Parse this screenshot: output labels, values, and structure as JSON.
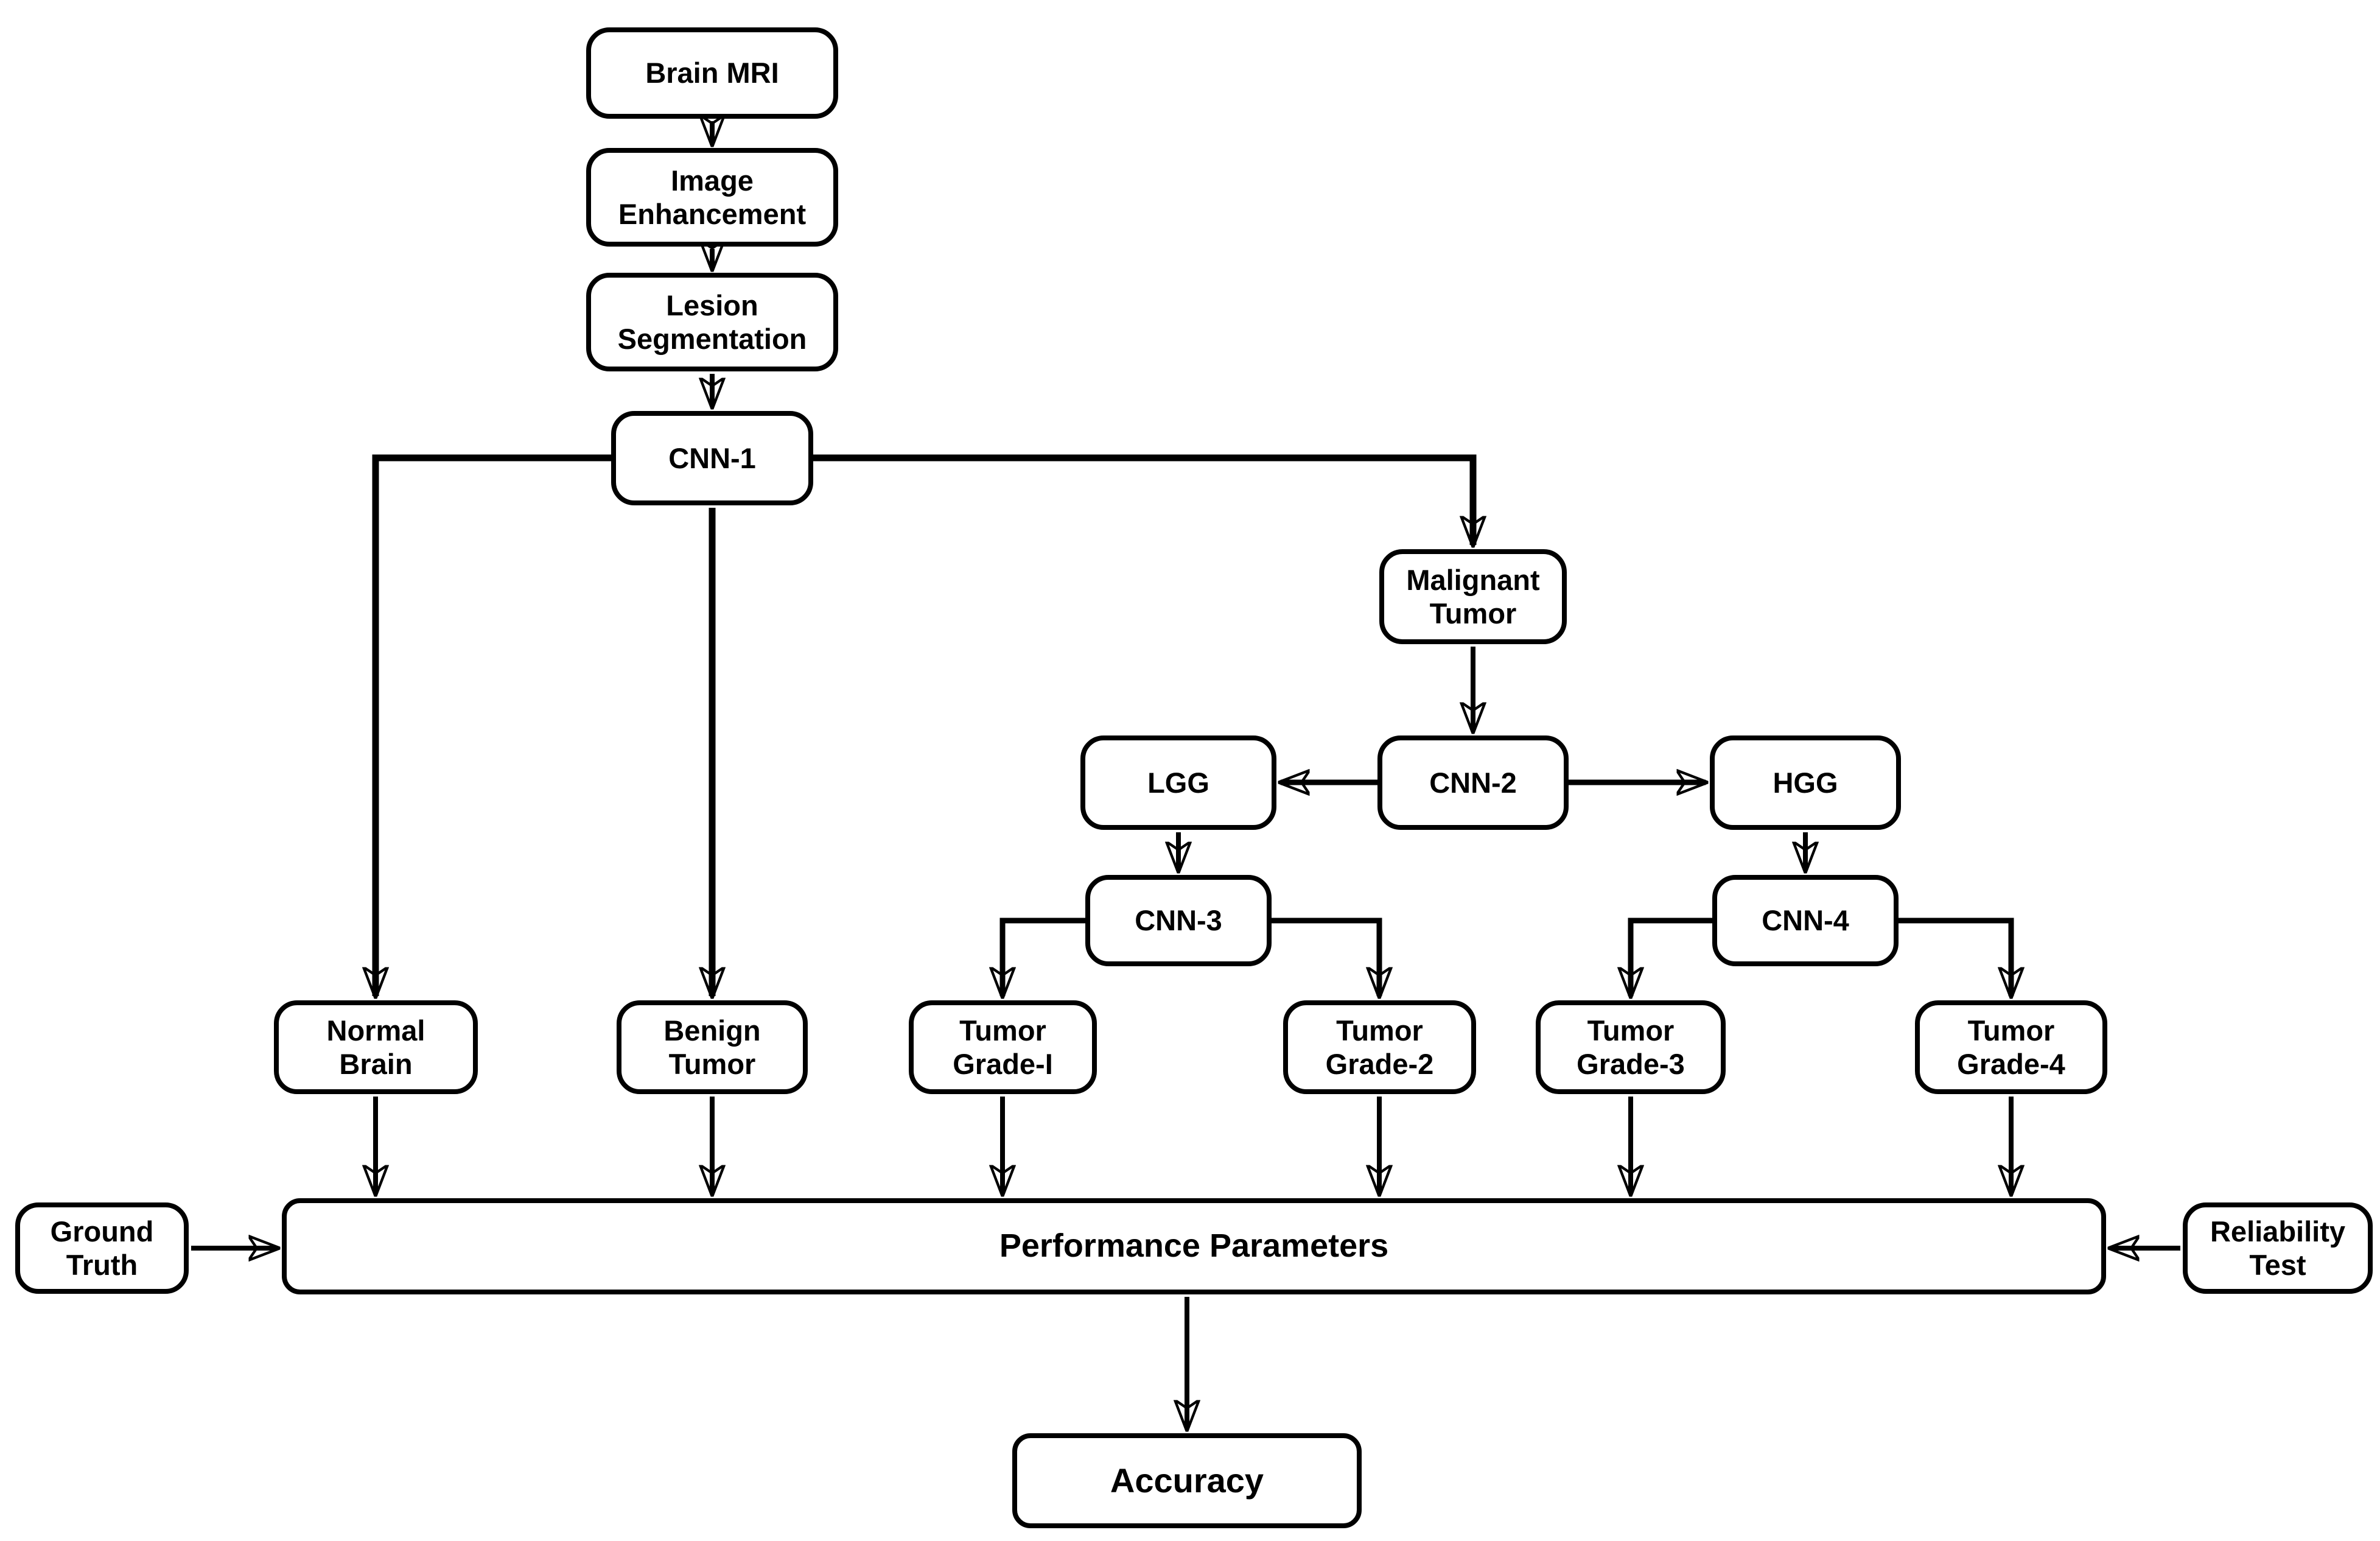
{
  "diagram_type": "flowchart",
  "colors": {
    "background": "#ffffff",
    "node_fill": "#ffffff",
    "line": "#000000",
    "text": "#000000"
  },
  "nodes": {
    "brain_mri": "Brain MRI",
    "image_enhancement": "Image Enhancement",
    "lesion_segmentation": "Lesion Segmentation",
    "cnn_1": "CNN-1",
    "malignant_tumor": "Malignant Tumor",
    "lgg": "LGG",
    "cnn_2": "CNN-2",
    "hgg": "HGG",
    "cnn_3": "CNN-3",
    "cnn_4": "CNN-4",
    "normal_brain": "Normal Brain",
    "benign_tumor": "Benign Tumor",
    "tumor_grade_1": "Tumor Grade-I",
    "tumor_grade_2": "Tumor Grade-2",
    "tumor_grade_3": "Tumor Grade-3",
    "tumor_grade_4": "Tumor Grade-4",
    "ground_truth": "Ground Truth",
    "performance_parameters": "Performance Parameters",
    "reliability_test": "Reliability Test",
    "accuracy": "Accuracy"
  },
  "edges": [
    {
      "from": "brain_mri",
      "to": "image_enhancement"
    },
    {
      "from": "image_enhancement",
      "to": "lesion_segmentation"
    },
    {
      "from": "lesion_segmentation",
      "to": "cnn_1"
    },
    {
      "from": "cnn_1",
      "to": "normal_brain"
    },
    {
      "from": "cnn_1",
      "to": "benign_tumor"
    },
    {
      "from": "cnn_1",
      "to": "malignant_tumor"
    },
    {
      "from": "malignant_tumor",
      "to": "cnn_2"
    },
    {
      "from": "cnn_2",
      "to": "lgg"
    },
    {
      "from": "cnn_2",
      "to": "hgg"
    },
    {
      "from": "lgg",
      "to": "cnn_3"
    },
    {
      "from": "hgg",
      "to": "cnn_4"
    },
    {
      "from": "cnn_3",
      "to": "tumor_grade_1"
    },
    {
      "from": "cnn_3",
      "to": "tumor_grade_2"
    },
    {
      "from": "cnn_4",
      "to": "tumor_grade_3"
    },
    {
      "from": "cnn_4",
      "to": "tumor_grade_4"
    },
    {
      "from": "normal_brain",
      "to": "performance_parameters"
    },
    {
      "from": "benign_tumor",
      "to": "performance_parameters"
    },
    {
      "from": "tumor_grade_1",
      "to": "performance_parameters"
    },
    {
      "from": "tumor_grade_2",
      "to": "performance_parameters"
    },
    {
      "from": "tumor_grade_3",
      "to": "performance_parameters"
    },
    {
      "from": "tumor_grade_4",
      "to": "performance_parameters"
    },
    {
      "from": "ground_truth",
      "to": "performance_parameters"
    },
    {
      "from": "reliability_test",
      "to": "performance_parameters"
    },
    {
      "from": "performance_parameters",
      "to": "accuracy"
    }
  ]
}
